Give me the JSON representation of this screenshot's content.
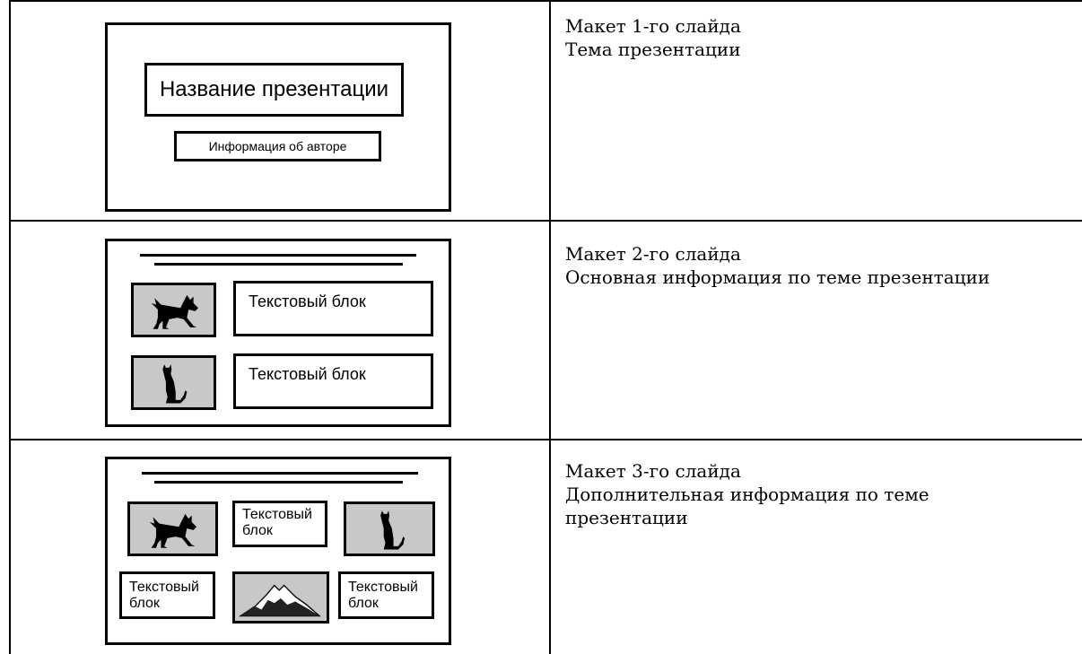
{
  "rows": [
    {
      "slide": {
        "title_box": "Название презентации",
        "author_box": "Информация об авторе"
      },
      "description": {
        "heading": "Макет 1-го слайда",
        "text": "Тема презентации"
      }
    },
    {
      "slide": {
        "text_block_1": "Текстовый блок",
        "text_block_2": "Текстовый блок",
        "image_1": "dog-icon",
        "image_2": "cat-icon"
      },
      "description": {
        "heading": "Макет 2-го слайда",
        "text": "Основная информация по теме презентации"
      }
    },
    {
      "slide": {
        "text_block_top": "Текстовый блок",
        "text_block_left": "Текстовый блок",
        "text_block_right": "Текстовый блок",
        "image_dog": "dog-icon",
        "image_cat": "cat-icon",
        "image_mountain": "mountain-icon"
      },
      "description": {
        "heading": "Макет 3-го слайда",
        "text_line1": "Дополнительная информация по теме",
        "text_line2": "презентации"
      }
    }
  ],
  "colors": {
    "picture_fill": "#c8c8c8",
    "border": "#000000"
  }
}
